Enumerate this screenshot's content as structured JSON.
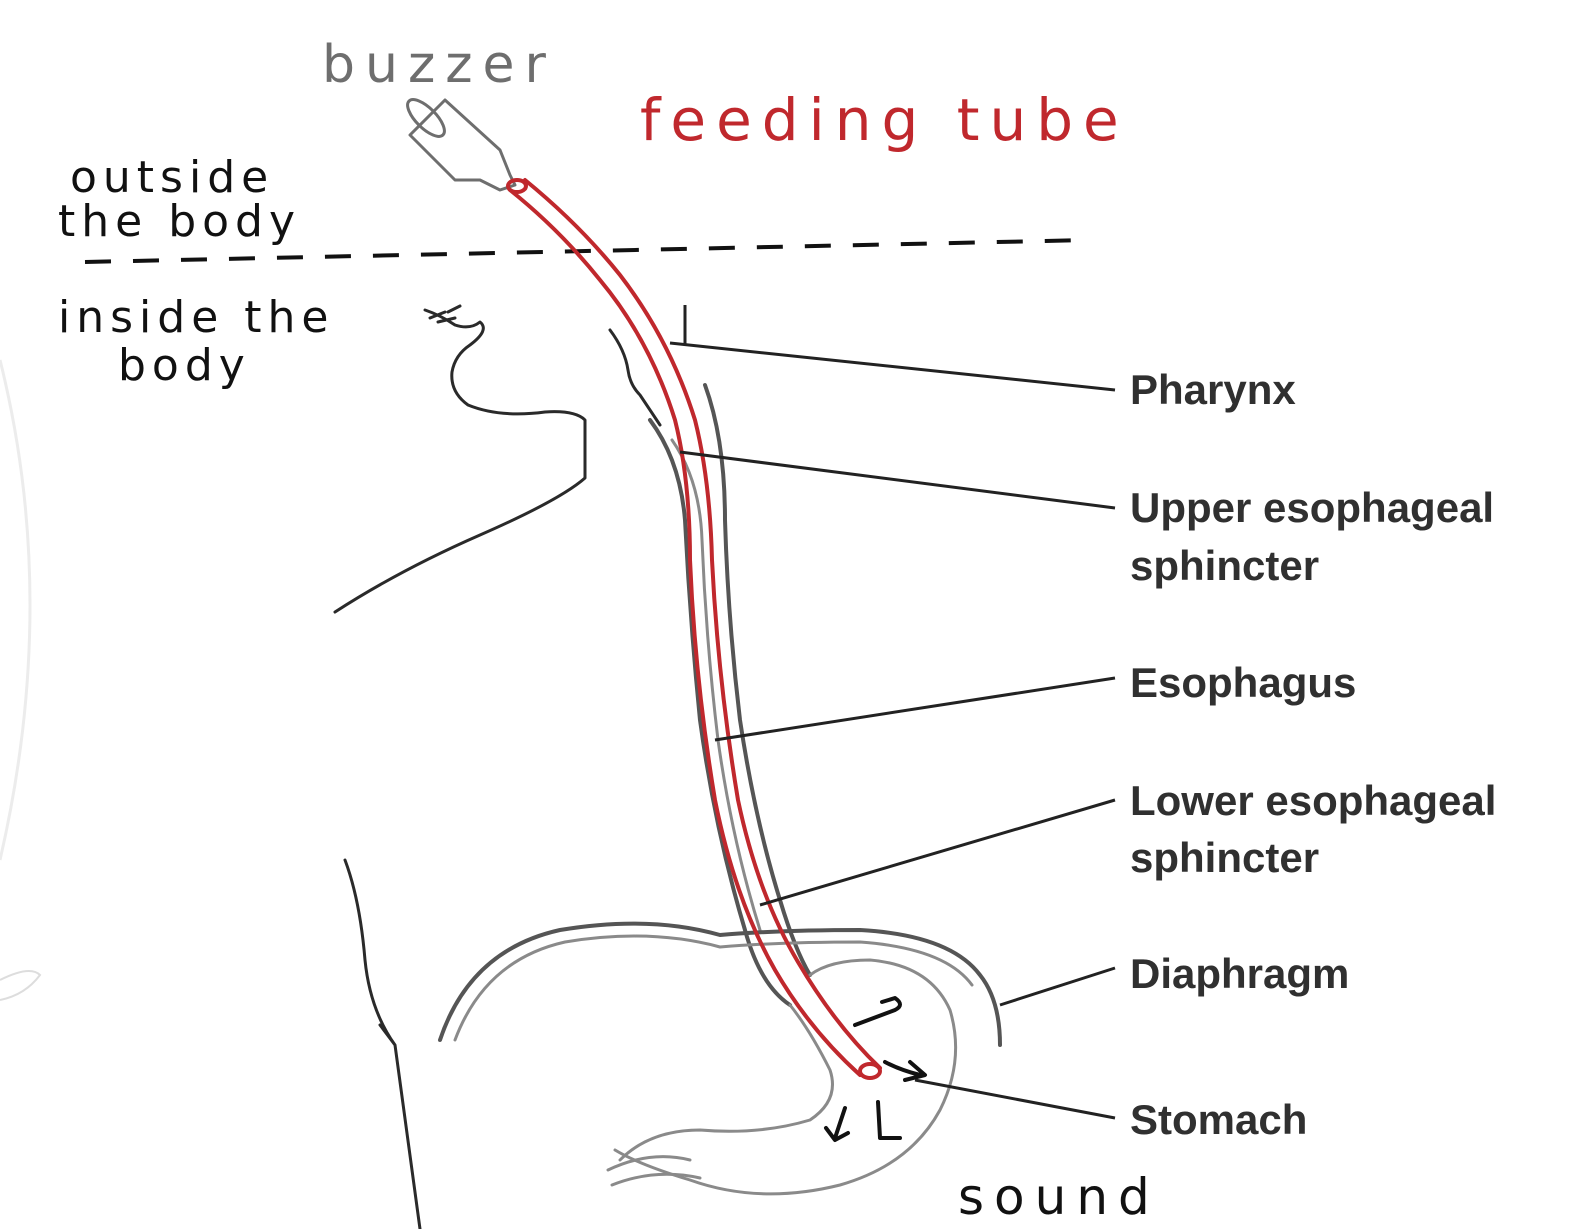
{
  "annotations": {
    "buzzer": "buzzer",
    "feeding_tube": "feeding tube",
    "outside_line1": "outside",
    "outside_line2": "the body",
    "inside_line1": "inside the",
    "inside_line2": "body",
    "sound": "sound"
  },
  "labels": {
    "pharynx": "Pharynx",
    "ues_line1": "Upper esophageal",
    "ues_line2": "sphincter",
    "esophagus": "Esophagus",
    "les_line1": "Lower esophageal",
    "les_line2": "sphincter",
    "diaphragm": "Diaphragm",
    "stomach": "Stomach"
  },
  "colors": {
    "tube": "#c0282d",
    "ink": "#111111",
    "buzzer_ink": "#6e6e6e",
    "label_text": "#303030"
  }
}
